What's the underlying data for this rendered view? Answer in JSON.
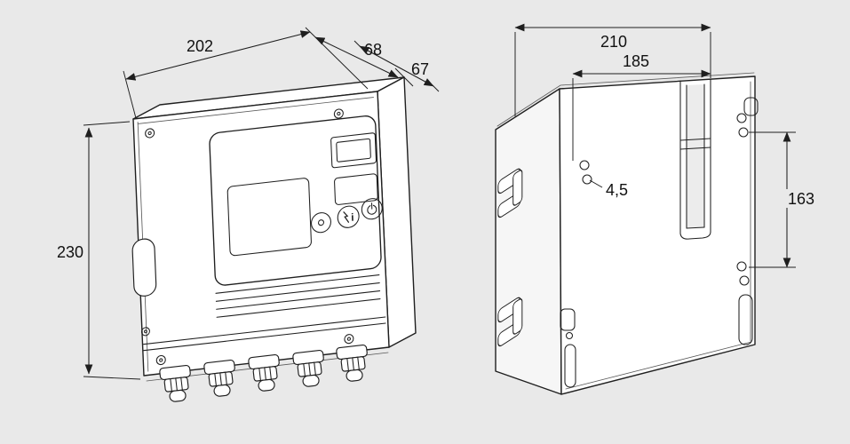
{
  "colors": {
    "background": "#e9e9e9",
    "line": "#1f1f1f",
    "face": "#ffffff"
  },
  "front_view": {
    "dim_width": "202",
    "dim_depth_cover": "68",
    "dim_depth_body": "67",
    "dim_height": "230"
  },
  "rear_view": {
    "dim_width_overall": "210",
    "dim_mount_width": "185",
    "dim_hole_diameter": "4,5",
    "dim_mount_height": "163"
  },
  "icons": {
    "reset_info_glyph": "i"
  }
}
